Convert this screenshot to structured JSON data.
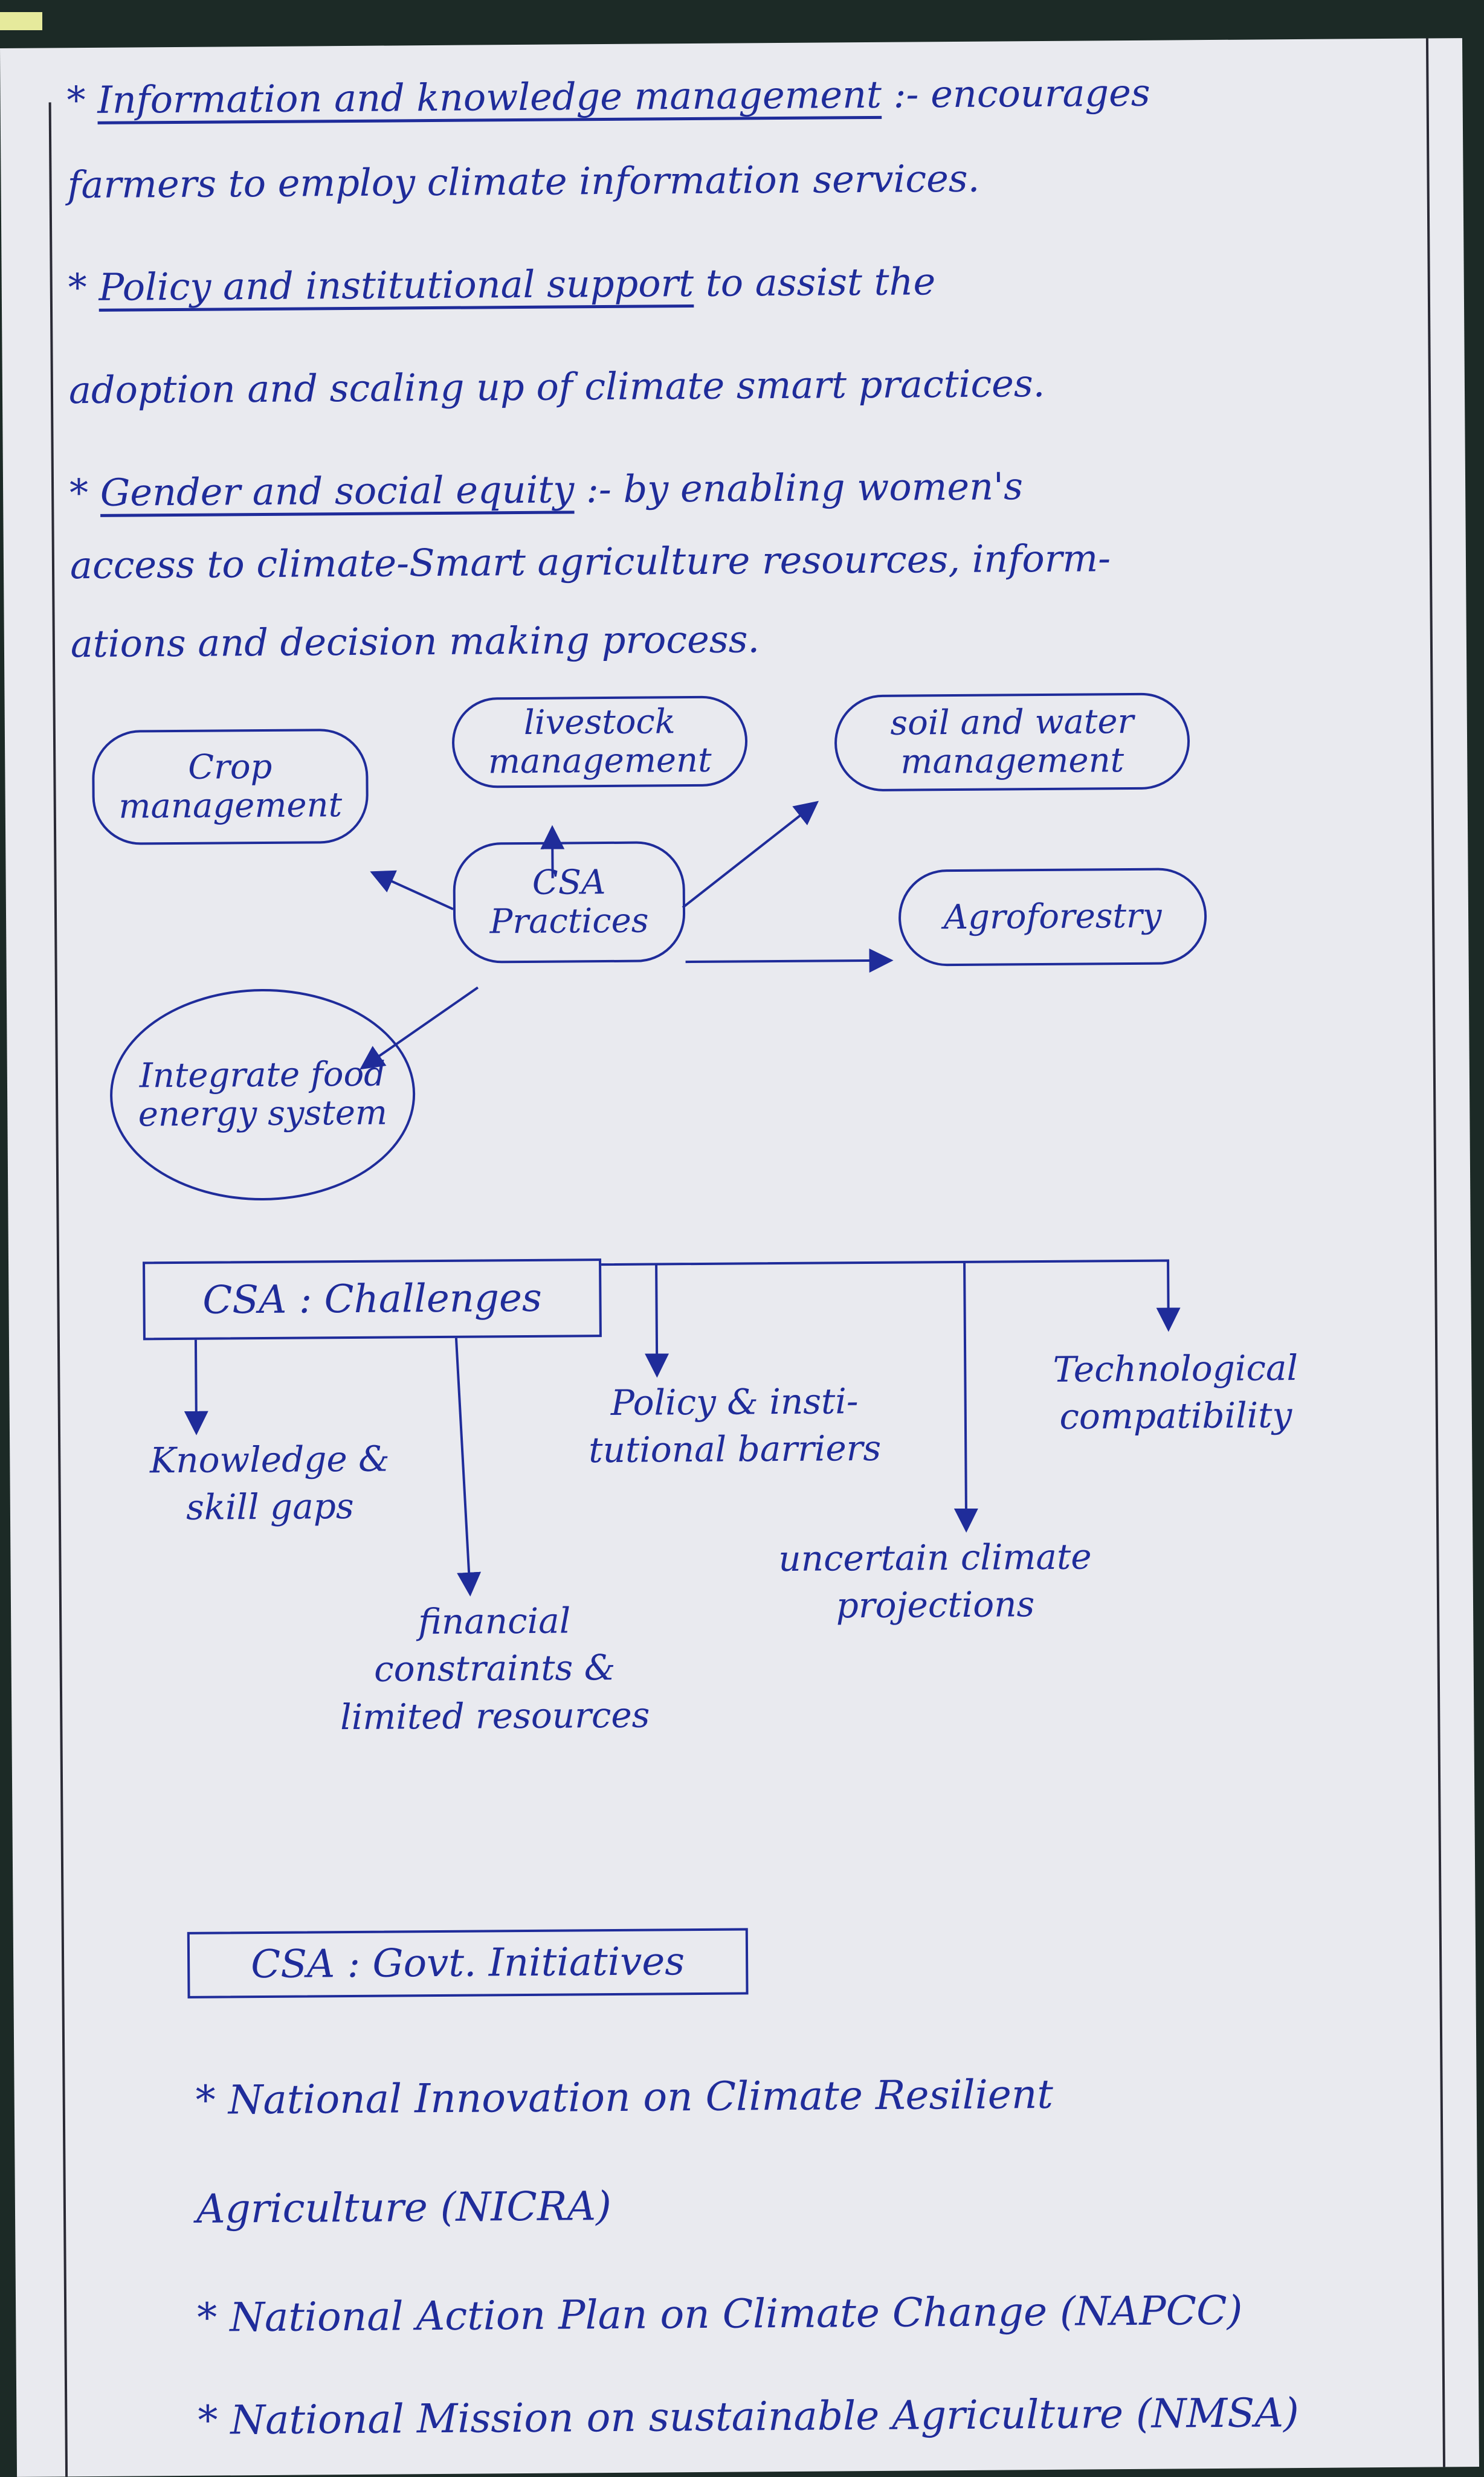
{
  "notes": [
    {
      "heading": "Information and knowledge management",
      "sep": " :- ",
      "line1_rest": "encourages",
      "line2": "farmers to employ climate information services."
    },
    {
      "heading": "Policy and institutional support",
      "line1_rest": " to assist the",
      "line2": "adoption and scaling up of climate smart practices."
    },
    {
      "heading": "Gender and social equity",
      "sep": " :- ",
      "line1_rest": "by enabling women's",
      "line2": "access to climate-Smart agriculture resources, inform-",
      "line3": "ations and decision making process."
    }
  ],
  "practices": {
    "center": "CSA Practices",
    "nodes": [
      "Crop management",
      "livestock management",
      "soil and water management",
      "Agroforestry",
      "Integrate food energy system"
    ]
  },
  "challenges": {
    "title": "CSA : Challenges",
    "items": [
      "Knowledge & skill gaps",
      "financial constraints & limited resources",
      "Policy & insti-tutional barriers",
      "uncertain climate projections",
      "Technological compatibility"
    ]
  },
  "initiatives": {
    "title": "CSA : Govt. Initiatives",
    "items": [
      "National Innovation on Climate Resilient",
      "Agriculture (NICRA)",
      "National Action Plan on Climate Change (NAPCC)",
      "National Mission on sustainable Agriculture (NMSA)"
    ],
    "bullet": "*"
  },
  "colors": {
    "ink": "#1f2c9a",
    "paper": "#e9eaef"
  }
}
